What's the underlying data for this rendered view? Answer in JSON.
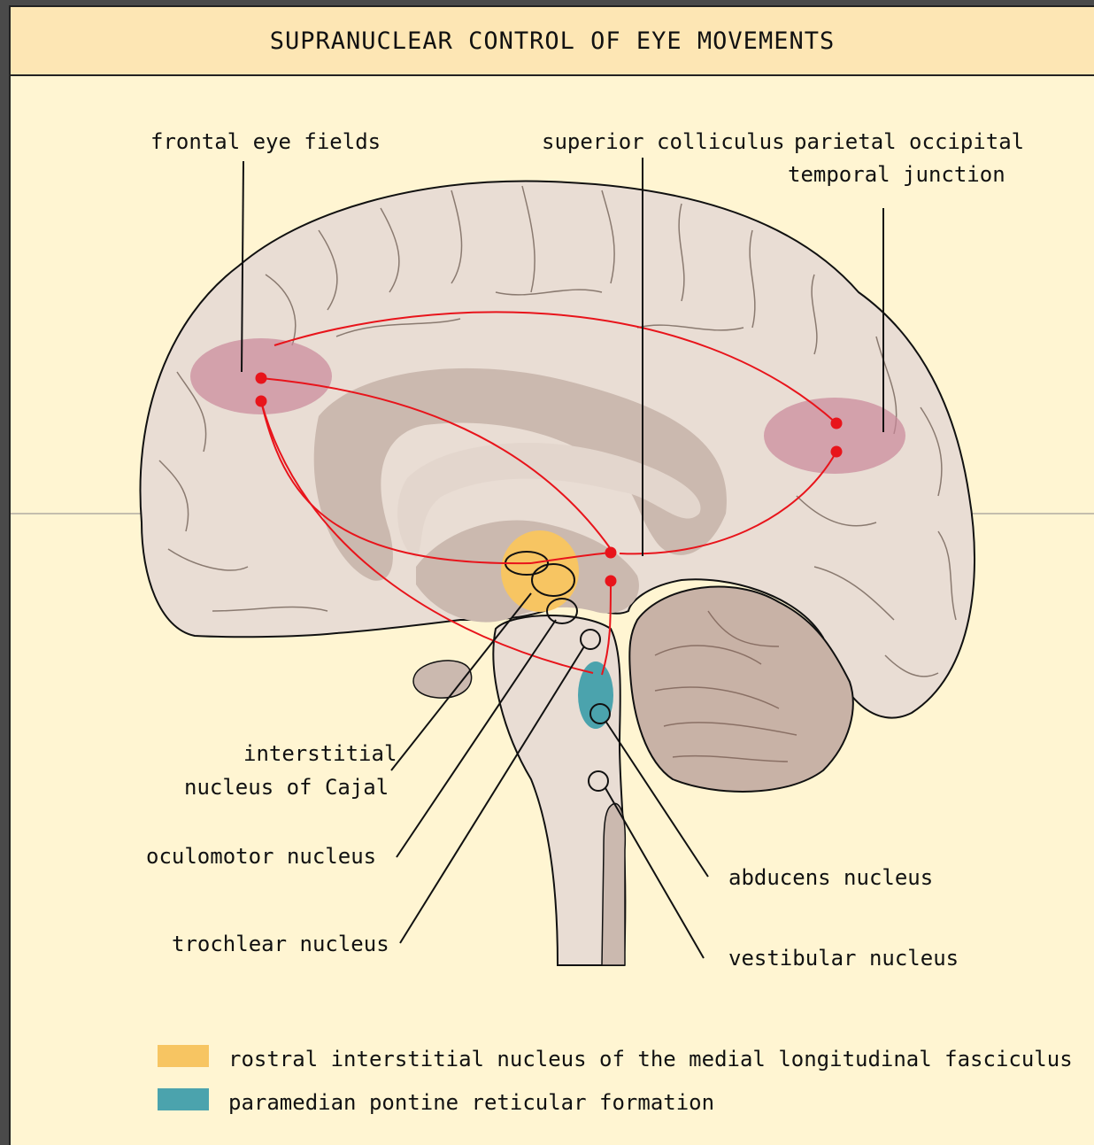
{
  "title": "SUPRANUCLEAR CONTROL OF EYE MOVEMENTS",
  "labels": {
    "frontal_eye_fields": "frontal eye fields",
    "superior_colliculus": "superior colliculus",
    "parietal_line1": "parietal occipital",
    "parietal_line2": "temporal junction",
    "interstitial_line1": "interstitial",
    "interstitial_line2": "nucleus of Cajal",
    "oculomotor_nucleus": "oculomotor nucleus",
    "trochlear_nucleus": "trochlear nucleus",
    "abducens_nucleus": "abducens nucleus",
    "vestibular_nucleus": "vestibular nucleus"
  },
  "legend": [
    {
      "label": "rostral interstitial nucleus of the medial longitudinal fasciculus",
      "color": "#f7c562"
    },
    {
      "label": "paramedian pontine reticular formation",
      "color": "#4ba3ad"
    }
  ],
  "colors": {
    "background": "#fff5d2",
    "title_bar": "#fde6b4",
    "brain": "#e9ddd4",
    "inner_brain": "#cbb9af",
    "cerebellum": "#c8b2a6",
    "cortical_area": "#c9879a",
    "pathway": "#e8141b"
  }
}
